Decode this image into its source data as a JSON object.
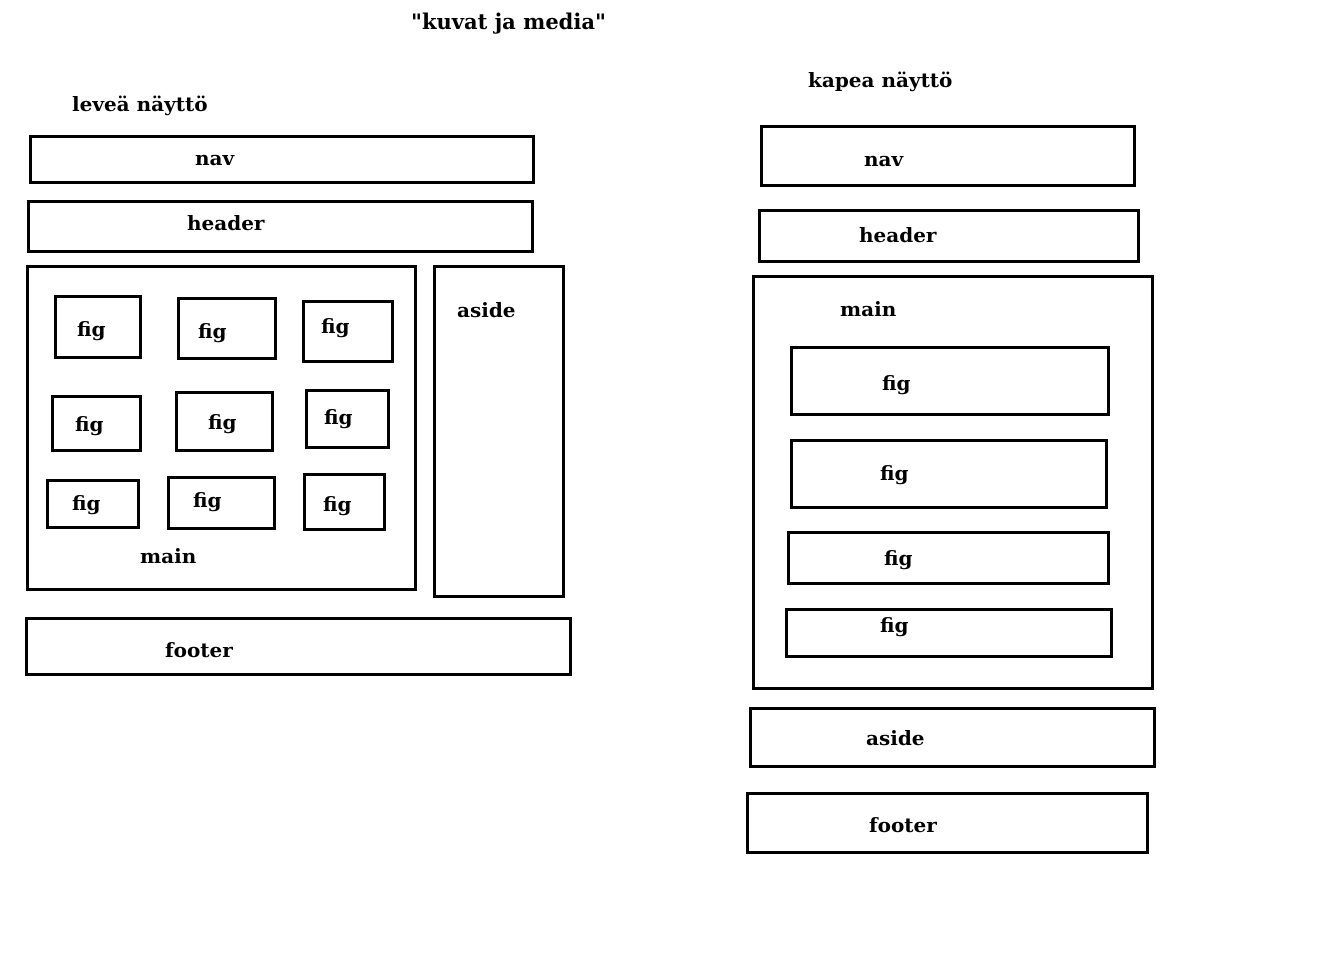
{
  "title": "\"kuvat ja media\"",
  "wide": {
    "label": "leveä näyttö",
    "nav": "nav",
    "header": "header",
    "main": "main",
    "aside": "aside",
    "footer": "footer",
    "figs": [
      "fig",
      "fig",
      "fig",
      "fig",
      "fig",
      "fig",
      "fig",
      "fig",
      "fig"
    ]
  },
  "narrow": {
    "label": "kapea näyttö",
    "nav": "nav",
    "header": "header",
    "main": "main",
    "aside": "aside",
    "footer": "footer",
    "figs": [
      "fig",
      "fig",
      "fig",
      "fig"
    ]
  }
}
